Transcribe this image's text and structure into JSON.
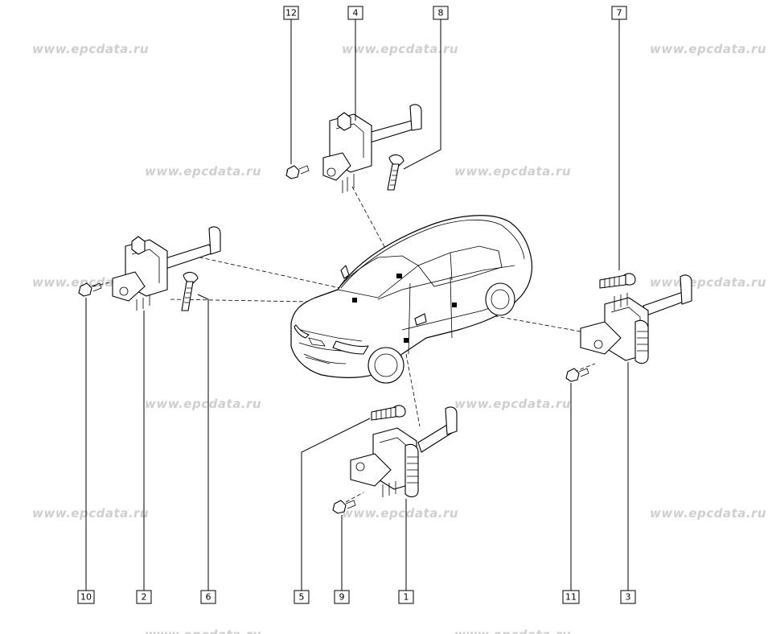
{
  "watermark": "www.epcdata.ru",
  "callouts": {
    "c1": "1",
    "c2": "2",
    "c3": "3",
    "c4": "4",
    "c5": "5",
    "c6": "6",
    "c7": "7",
    "c8": "8",
    "c9": "9",
    "c10": "10",
    "c11": "11",
    "c12": "12"
  },
  "parts": [
    {
      "number": "1",
      "kind": "door check strap",
      "position": "rear door, lower"
    },
    {
      "number": "2",
      "kind": "door check strap",
      "position": "front door, left"
    },
    {
      "number": "3",
      "kind": "door check strap",
      "position": "rear door, right"
    },
    {
      "number": "4",
      "kind": "door check strap",
      "position": "front door, top"
    },
    {
      "number": "5",
      "kind": "bolt"
    },
    {
      "number": "6",
      "kind": "bolt"
    },
    {
      "number": "7",
      "kind": "bolt"
    },
    {
      "number": "8",
      "kind": "bolt"
    },
    {
      "number": "9",
      "kind": "bolt"
    },
    {
      "number": "10",
      "kind": "bolt"
    },
    {
      "number": "11",
      "kind": "bolt"
    },
    {
      "number": "12",
      "kind": "bolt"
    }
  ]
}
